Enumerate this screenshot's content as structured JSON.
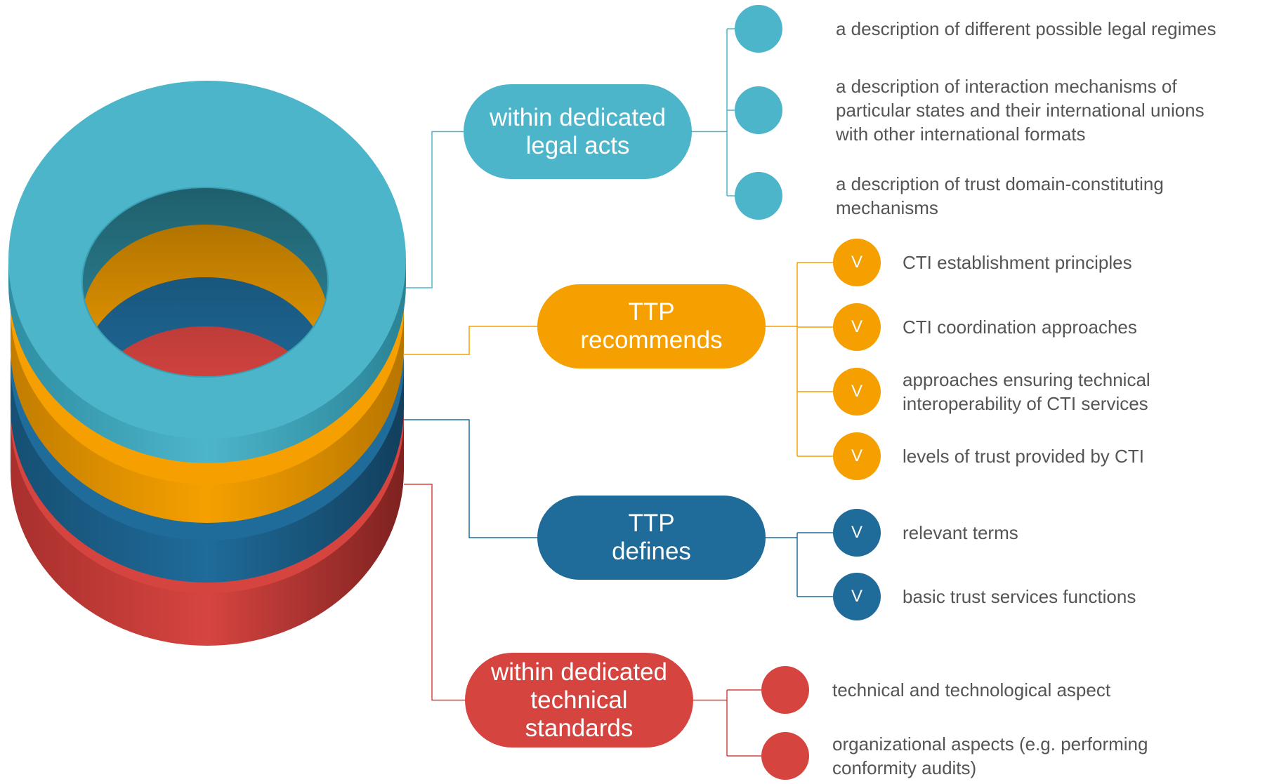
{
  "colors": {
    "teal": "#4db5ca",
    "orange": "#f5a000",
    "blue": "#1f6b9a",
    "red": "#d64440",
    "text": "#555555"
  },
  "branches": [
    {
      "id": "legal",
      "color": "#4db5ca",
      "label": "within dedicated\nlegal acts",
      "marker": "",
      "items": [
        "a description of different possible legal regimes",
        "a description of interaction mechanisms of\nparticular states and their international unions\nwith other international formats",
        "a description of trust domain-constituting\nmechanisms"
      ]
    },
    {
      "id": "recommends",
      "color": "#f5a000",
      "label": "TTP\nrecommends",
      "marker": "V",
      "items": [
        "CTI establishment principles",
        "CTI coordination approaches",
        "approaches ensuring technical\ninteroperability of CTI services",
        "levels of trust provided by CTI"
      ]
    },
    {
      "id": "defines",
      "color": "#1f6b9a",
      "label": "TTP\ndefines",
      "marker": "V",
      "items": [
        "relevant  terms",
        "basic trust services functions"
      ]
    },
    {
      "id": "standards",
      "color": "#d64440",
      "label": "within dedicated\ntechnical\nstandards",
      "marker": "",
      "items": [
        "technical and technological aspect",
        "organizational aspects (e.g. performing\nconformity audits)"
      ]
    }
  ]
}
